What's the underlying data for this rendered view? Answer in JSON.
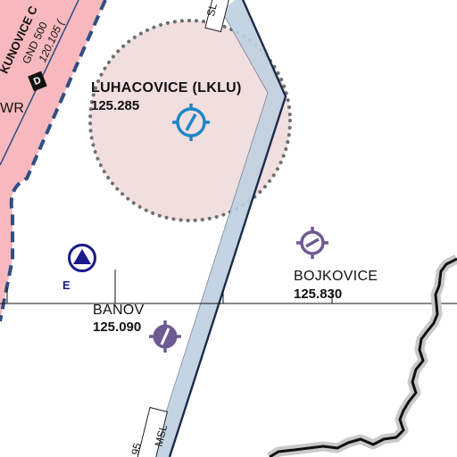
{
  "map": {
    "colors": {
      "ctr_fill": "#f7b9bd",
      "ctr_border": "#2f4f82",
      "atz_fill": "#f1dede",
      "atz_border": "#6f6f6f",
      "airway_fill": "#bfcfdf",
      "airway_border": "#1c2b4d",
      "aerodrome_blue": "#1e86c8",
      "aerodrome_purple": "#6e5a92",
      "navy": "#1a1a8c",
      "border_line": "#111111"
    },
    "ctr": {
      "name": "KUNOVICE C",
      "class_badge": "D",
      "gnd": "GND 500",
      "freq": "120.105 (",
      "twr_fragment": "WR"
    },
    "aerodromes": [
      {
        "name": "LUHACOVICE (LKLU)",
        "freq": "125.285",
        "icon": "civil-aerodrome-icon",
        "color": "#1e86c8"
      },
      {
        "name": "BOJKOVICE",
        "freq": "125.830",
        "icon": "glider-site-icon",
        "color": "#6e5a92"
      },
      {
        "name": "BANOV",
        "freq": "125.090",
        "icon": "glider-site-icon",
        "color": "#6e5a92"
      }
    ],
    "reporting_point": {
      "label": "E",
      "icon": "vfr-reporting-point-icon"
    },
    "airway_labels": {
      "top": "SL",
      "bottom_left": "95",
      "bottom_right": "MSL"
    }
  }
}
